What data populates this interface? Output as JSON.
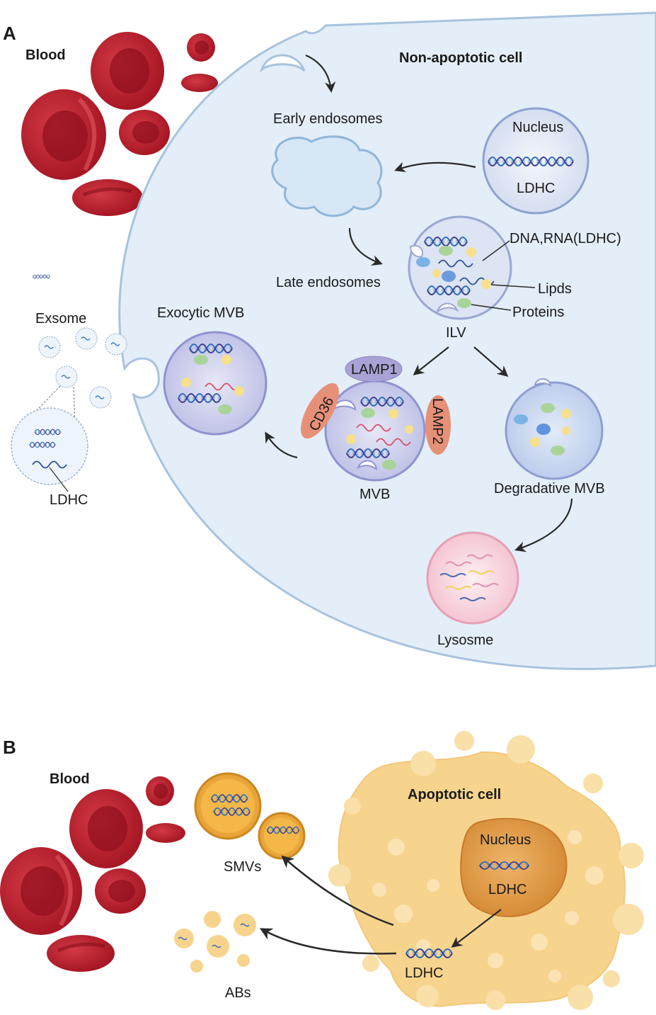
{
  "panel_a": {
    "letter": "A",
    "blood": "Blood",
    "cell_title": "Non-apoptotic cell",
    "early_endosomes": "Early endosomes",
    "nucleus": "Nucleus",
    "nucleus_gene": "LDHC",
    "dna_rna": "DNA,RNA(LDHC)",
    "late_endosomes": "Late endosomes",
    "lipds": "Lipds",
    "proteins": "Proteins",
    "ilv": "ILV",
    "exocytic_mvb": "Exocytic MVB",
    "exsome": "Exsome",
    "exsome_gene": "LDHC",
    "lamp1": "LAMP1",
    "cd36": "CD36",
    "lamp2": "LAMP2",
    "mvb": "MVB",
    "degradative_mvb": "Degradative MVB",
    "lysosome": "Lysosme"
  },
  "panel_b": {
    "letter": "B",
    "blood": "Blood",
    "cell_title": "Apoptotic cell",
    "nucleus": "Nucleus",
    "nucleus_gene": "LDHC",
    "released_gene": "LDHC",
    "smvs": "SMVs",
    "abs": "ABs"
  },
  "colors": {
    "rbc": "#b3172a",
    "cell_fill": "#e4eff8",
    "cell_stroke": "#a8c3de",
    "apoptotic": "#f7d48d",
    "nucleus_b": "#df9a46",
    "mvb": "#c9cbea",
    "lysosome": "#f6d3dc",
    "marker_red": "#e79078",
    "marker_purple": "#a8a2d6"
  }
}
